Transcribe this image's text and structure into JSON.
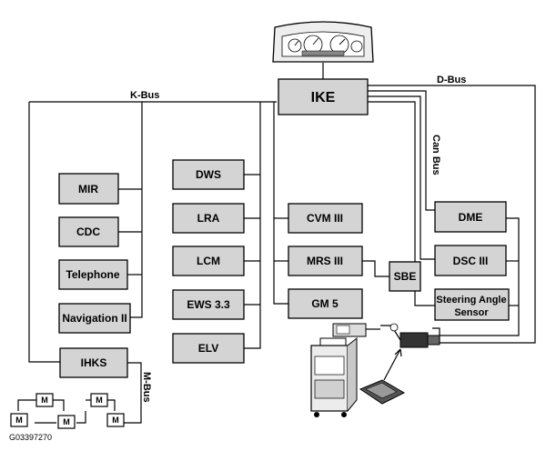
{
  "buses": {
    "k_bus": "K-Bus",
    "d_bus": "D-Bus",
    "can_bus": "Can Bus",
    "m_bus": "M-Bus"
  },
  "modules": {
    "ike": "IKE",
    "mir": "MIR",
    "cdc": "CDC",
    "telephone": "Telephone",
    "navigation": "Navigation II",
    "ihks": "IHKS",
    "dws": "DWS",
    "lra": "LRA",
    "lcm": "LCM",
    "ews": "EWS 3.3",
    "elv": "ELV",
    "cvm": "CVM III",
    "mrs": "MRS III",
    "sbe": "SBE",
    "gm": "GM 5",
    "dme": "DME",
    "dsc": "DSC III",
    "steering_line1": "Steering Angle",
    "steering_line2": "Sensor"
  },
  "motor_label": "M",
  "figure_id": "G03397270",
  "colors": {
    "module_fill": "#d4d4d4",
    "line": "#000000"
  }
}
